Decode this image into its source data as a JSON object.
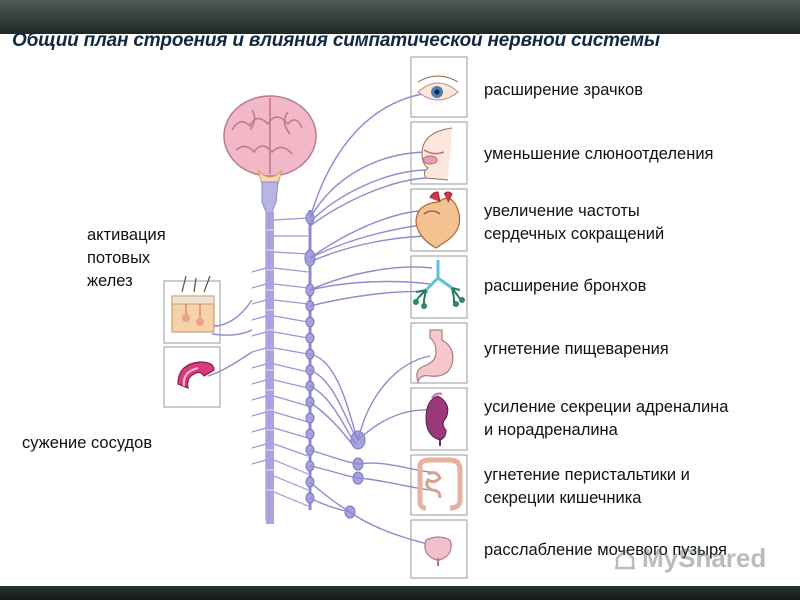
{
  "title": "Общий план строения и влияния симпатической нервной системы",
  "left_labels": {
    "sweat": [
      "активация",
      "потовых",
      "желез"
    ],
    "vessels": "сужение сосудов"
  },
  "effects": [
    {
      "organ": "eye-icon",
      "lines": [
        "расширение зрачков"
      ]
    },
    {
      "organ": "salivary-gland-icon",
      "lines": [
        "уменьшение слюноотделения"
      ]
    },
    {
      "organ": "heart-icon",
      "lines": [
        "увеличение частоты",
        "сердечных сокращений"
      ]
    },
    {
      "organ": "bronchi-icon",
      "lines": [
        "расширение бронхов"
      ]
    },
    {
      "organ": "stomach-icon",
      "lines": [
        "угнетение пищеварения"
      ]
    },
    {
      "organ": "adrenal-icon",
      "lines": [
        "усиление секреции адреналина",
        "и норадреналина"
      ]
    },
    {
      "organ": "intestine-icon",
      "lines": [
        "угнетение перистальтики и",
        "секреции кишечника"
      ]
    },
    {
      "organ": "bladder-icon",
      "lines": [
        "расслабление мочевого пузыря"
      ]
    }
  ],
  "watermark": "MyShared",
  "colors": {
    "nerve": "#9a96d6",
    "nerve_dark": "#7a76c0",
    "brain": "#f2b8c8",
    "title": "#102a44"
  }
}
